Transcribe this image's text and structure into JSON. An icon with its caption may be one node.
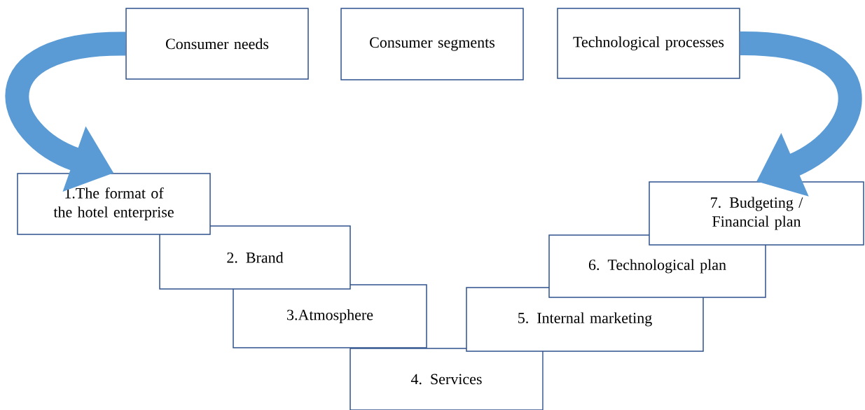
{
  "diagram": {
    "nodes": [
      {
        "text": [
          "Consumer needs"
        ]
      },
      {
        "text": [
          "Consumer segments"
        ]
      },
      {
        "text": [
          "Technological processes"
        ]
      },
      {
        "text": [
          "1.The format of the hotel enterprise"
        ]
      },
      {
        "text": [
          "2. Brand"
        ]
      },
      {
        "text": [
          "3.Atmosphere"
        ]
      },
      {
        "text": [
          "4. Services"
        ]
      },
      {
        "text": [
          "5. Internal marketing"
        ]
      },
      {
        "text": [
          "6. Technological plan"
        ]
      },
      {
        "text": [
          "7. Budgeting / Financial plan"
        ]
      }
    ],
    "edges": [
      {
        "from": 0,
        "to": 3,
        "arrow": "to"
      },
      {
        "from": 2,
        "to": 9,
        "arrow": "to"
      }
    ]
  }
}
